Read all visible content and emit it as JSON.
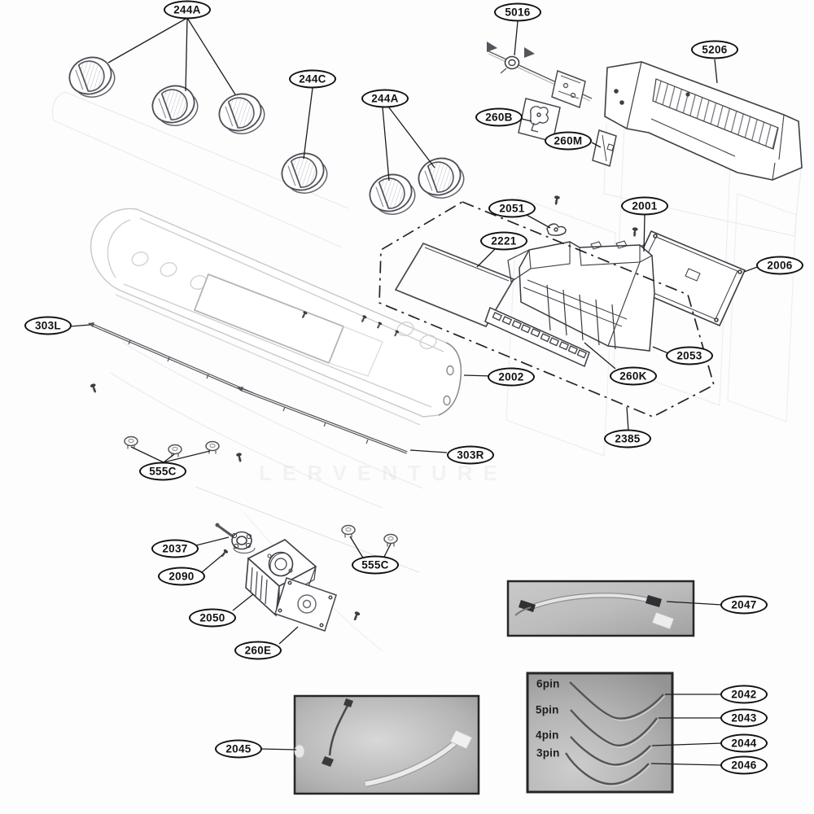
{
  "labels": {
    "k244a_left": "244A",
    "k5016": "5016",
    "k5206": "5206",
    "k244c": "244C",
    "k244a_right": "244A",
    "k260b": "260B",
    "k260m": "260M",
    "k2051": "2051",
    "k2001": "2001",
    "k2221": "2221",
    "k2006": "2006",
    "k303l": "303L",
    "k2053": "2053",
    "k2002": "2002",
    "k260k": "260K",
    "k2385": "2385",
    "k303r": "303R",
    "k555c_upper": "555C",
    "k2037": "2037",
    "k2090": "2090",
    "k2050": "2050",
    "k260e": "260E",
    "k555c_lower": "555C",
    "k2047": "2047",
    "k2045": "2045",
    "k2042": "2042",
    "k2043": "2043",
    "k2044": "2044",
    "k2046": "2046"
  },
  "pin_labels": {
    "p6": "6pin",
    "p5": "5pin",
    "p4": "4pin",
    "p3": "3pin"
  },
  "watermark": "LERVENTURE",
  "colors": {
    "line": "#3a3a40",
    "faint": "#d9d9de",
    "leader": "#1c1c1c",
    "photo_bg": "#a8a8a8"
  }
}
